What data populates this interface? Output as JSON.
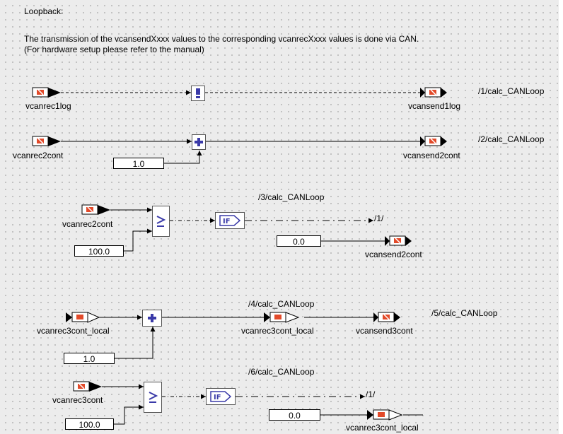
{
  "header": {
    "title": "Loopback:",
    "description_line1": "The transmission of the vcansendXxxx values to the corresponding vcanrecXxxx values is done via CAN.",
    "description_line2": "(For hardware setup please refer to the manual)"
  },
  "section1": {
    "input": "vcanrec1log",
    "output": "vcansend1log",
    "task": "/1/calc_CANLoop"
  },
  "section2": {
    "input": "vcanrec2cont",
    "constant": "1.0",
    "output": "vcansend2cont",
    "task": "/2/calc_CANLoop"
  },
  "section3": {
    "task": "/3/calc_CANLoop",
    "input": "vcanrec2cont",
    "constant": "100.0",
    "goto_label": "/1/",
    "else_constant": "0.0",
    "output": "vcansend2cont"
  },
  "section4": {
    "input": "vcanrec3cont_local",
    "constant": "1.0",
    "task": "/4/calc_CANLoop",
    "mid_variable": "vcanrec3cont_local",
    "output": "vcansend3cont",
    "task2": "/5/calc_CANLoop"
  },
  "section5": {
    "task": "/6/calc_CANLoop",
    "input": "vcanrec3cont",
    "constant": "100.0",
    "goto_label": "/1/",
    "else_constant": "0.0",
    "output": "vcanrec3cont_local"
  },
  "icons": {
    "receive_message": "can-receive-icon",
    "send_message": "can-send-icon",
    "local_variable": "local-variable-icon",
    "not_operator": "exclamation-icon",
    "add_operator": "plus-icon",
    "compare_operator": "greater-equal-icon",
    "if_operator": "if-icon"
  },
  "colors": {
    "background": "#ececec",
    "signal_line": "#000000",
    "operator_blue": "#3a3aa8",
    "message_red": "#e24a2a"
  }
}
